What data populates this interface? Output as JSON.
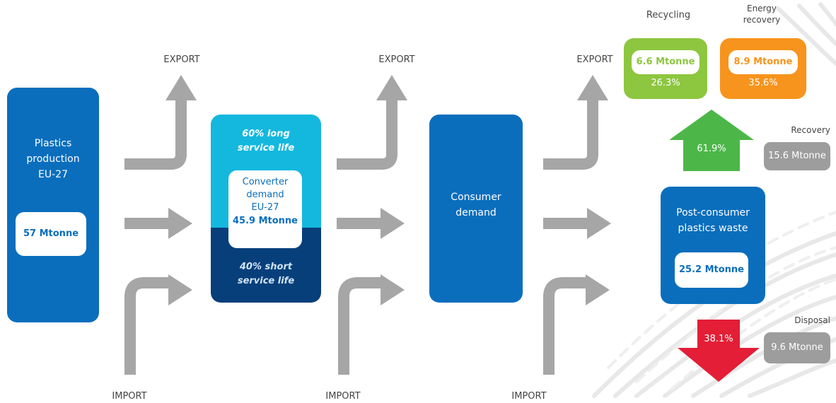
{
  "labels": {
    "export": "EXPORT",
    "import": "IMPORT"
  },
  "production": {
    "title_line1": "Plastics",
    "title_line2": "production",
    "title_line3": "EU-27",
    "value": "57 Mtonne"
  },
  "converter": {
    "long_line1": "60% long",
    "long_line2": "service life",
    "title_line1": "Converter",
    "title_line2": "demand",
    "title_line3": "EU-27",
    "value": "45.9 Mtonne",
    "short_line1": "40% short",
    "short_line2": "service life"
  },
  "consumer": {
    "title_line1": "Consumer",
    "title_line2": "demand"
  },
  "waste": {
    "title_line1": "Post-consumer",
    "title_line2": "plastics waste",
    "value": "25.2 Mtonne"
  },
  "recycling": {
    "label": "Recycling",
    "value": "6.6 Mtonne",
    "percent": "26.3%"
  },
  "energy": {
    "label_line1": "Energy",
    "label_line2": "recovery",
    "value": "8.9 Mtonne",
    "percent": "35.6%"
  },
  "recovery": {
    "label": "Recovery",
    "value": "15.6 Mtonne",
    "percent": "61.9%"
  },
  "disposal": {
    "label": "Disposal",
    "value": "9.6 Mtonne",
    "percent": "38.1%"
  },
  "colors": {
    "blue": "#0a6ebd",
    "cyan": "#14b8de",
    "navy": "#073f7a",
    "green": "#8dc63f",
    "orange": "#f7941d",
    "arrow_green": "#4cb748",
    "arrow_red": "#e31e36",
    "arrow_gray": "#a6a6a6"
  }
}
